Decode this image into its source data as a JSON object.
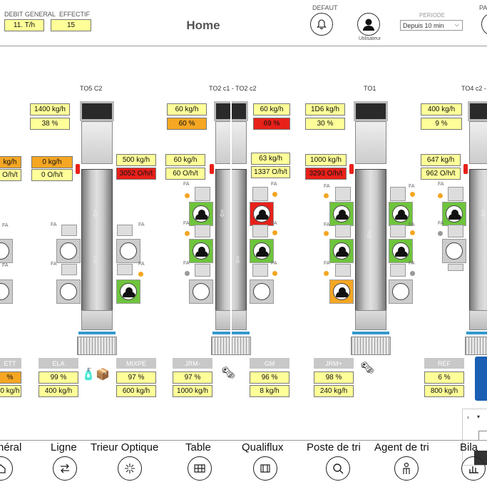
{
  "header": {
    "debit_label": "DEBIT GENERAL",
    "debit_value": "11. T/h",
    "effectif_label": "EFFECTIF",
    "effectif_value": "15",
    "title": "Home",
    "defaut_label": "DEFAUT",
    "user_label": "Utilisateur",
    "periode_label": "PERIODE",
    "periode_value": "Depuis 10 min",
    "page_label": "PAG"
  },
  "machines": [
    {
      "title": "TO5 C2",
      "rate": "1400  kg/h",
      "pct": "38  %",
      "c1": "0 kg/h",
      "c2": "0 O/h/t",
      "r1": "500  kg/h",
      "r2": "3052  O/h/t"
    },
    {
      "title": "TO2 c1 - TO2 c2",
      "rate": "60  kg/h",
      "pct": "60  %",
      "rate2": "60  kg/h",
      "pct2": "69  %",
      "c1": "60  kg/h",
      "c2": "60  O/h/t",
      "r1": "63  kg/h",
      "r2": "1337  O/h/t"
    },
    {
      "title": "TO1",
      "rate": "1D6  kg/h",
      "pct": "30  %",
      "c1": "1000  kg/h",
      "c2": "3293  O/h/t"
    },
    {
      "title": "TO4 c2 -",
      "rate": "400  kg/h",
      "pct": "9  %",
      "c1": "647  kg/h",
      "c2": "962  O/h/t"
    }
  ],
  "left_partial": {
    "c1": "kg/h",
    "c2": "O/h/t",
    "out_name": "ETT",
    "out_pct": "%",
    "out_rate": "0 kg/h"
  },
  "outputs": [
    {
      "name": "ELA",
      "pct": "99  %",
      "rate": "400  kg/h"
    },
    {
      "name": "MIXPE",
      "pct": "97  %",
      "rate": "600  kg/h"
    },
    {
      "name": "JRM-",
      "pct": "97  %",
      "rate": "1000  kg/h"
    },
    {
      "name": "GM",
      "pct": "96  %",
      "rate": "8  kg/h"
    },
    {
      "name": "JRM+",
      "pct": "98  %",
      "rate": "240  kg/h"
    },
    {
      "name": "REF",
      "pct": "6  %",
      "rate": "800  kg/h"
    }
  ],
  "fa": "FA",
  "nav": [
    {
      "label": "néral",
      "icon": "home-icon"
    },
    {
      "label": "Ligne",
      "icon": "arrows-icon"
    },
    {
      "label": "Trieur Optique",
      "icon": "sparkle-icon"
    },
    {
      "label": "Table",
      "icon": "grid-table-icon"
    },
    {
      "label": "Qualiflux",
      "icon": "film-icon"
    },
    {
      "label": "Poste de tri",
      "icon": "magnify-icon"
    },
    {
      "label": "Agent de tri",
      "icon": "person-icon"
    },
    {
      "label": "Bila",
      "icon": "bar-chart-icon"
    }
  ],
  "colors": {
    "yellow": "#ffff99",
    "orange": "#f5a623",
    "red": "#e8201a",
    "green": "#6ec43c"
  }
}
